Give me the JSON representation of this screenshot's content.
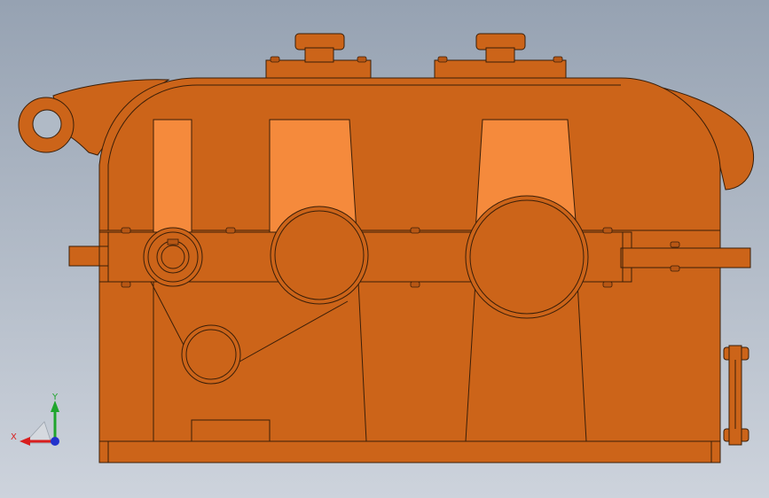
{
  "viewport": {
    "background_top": "#96a2b2",
    "background_bottom": "#cdd3dc"
  },
  "model": {
    "name": "gearbox-reducer",
    "body_color": "#cc6419",
    "window_color": "#f58a3c",
    "edge_color": "#3a1e08"
  },
  "triad": {
    "x_label": "X",
    "y_label": "Y",
    "x_color": "#d81e1e",
    "y_color": "#1fa52d",
    "z_color": "#2233cc"
  }
}
